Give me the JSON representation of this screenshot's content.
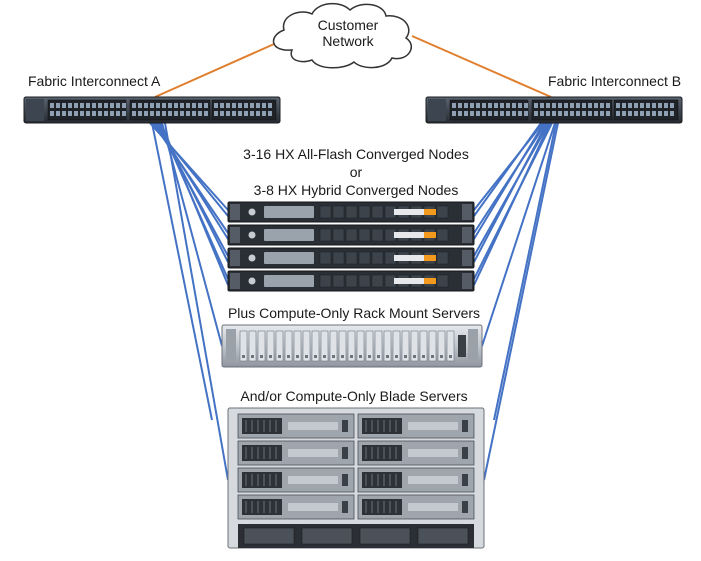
{
  "cloud": {
    "line1": "Customer",
    "line2": "Network"
  },
  "fabric_a": {
    "label": "Fabric Interconnect A"
  },
  "fabric_b": {
    "label": "Fabric Interconnect B"
  },
  "converged": {
    "line1": "3-16 HX All-Flash Converged Nodes",
    "line2": "or",
    "line3": "3-8 HX Hybrid Converged Nodes"
  },
  "rack_servers": {
    "label": "Plus Compute-Only Rack Mount Servers"
  },
  "blade_servers": {
    "label": "And/or Compute-Only Blade Servers"
  },
  "colors": {
    "uplink": "#e07f2e",
    "link": "#4472c4",
    "device_dark": "#2a2f36",
    "device_silver": "#c9ced4",
    "cisco_orange": "#f39a1e"
  }
}
